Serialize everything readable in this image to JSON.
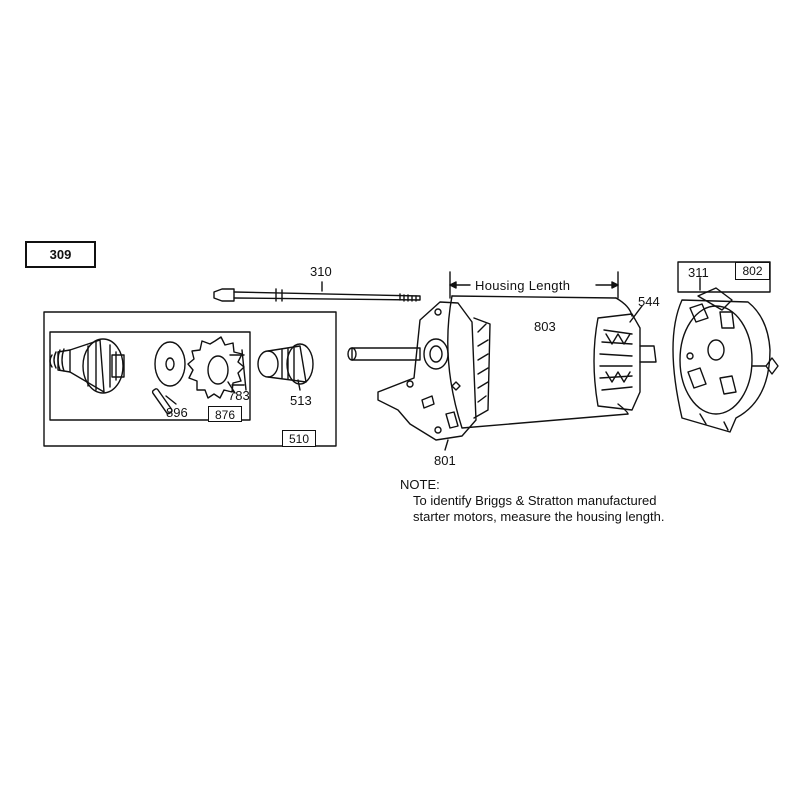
{
  "page_ref": "309",
  "dimension_label": "Housing Length",
  "parts": {
    "p310": "310",
    "p510": "510",
    "p876": "876",
    "p896": "896",
    "p783": "783",
    "p513": "513",
    "p801": "801",
    "p803": "803",
    "p544": "544",
    "p311": "311",
    "p802": "802"
  },
  "note": {
    "title": "NOTE:",
    "line1": "To identify Briggs & Stratton manufactured",
    "line2": "starter motors, measure the housing length."
  }
}
